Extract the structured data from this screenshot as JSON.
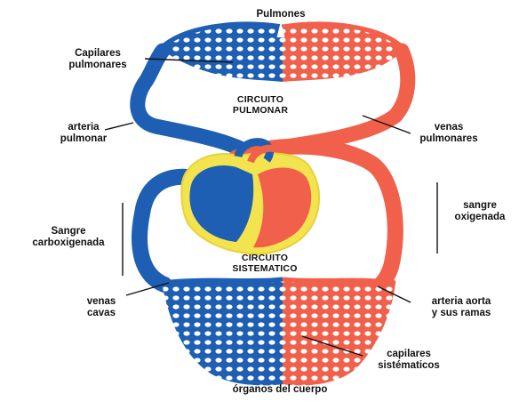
{
  "diagram": {
    "colors": {
      "venous": "#1e5fb3",
      "arterial": "#f0604a",
      "heart_outline": "#f2e34f",
      "line": "#111111"
    },
    "labels": {
      "pulmones": "Pulmones",
      "capilares_pulmonares_1": "Capilares",
      "capilares_pulmonares_2": "pulmonares",
      "circuito_pulmonar_1": "CIRCUITO",
      "circuito_pulmonar_2": "PULMONAR",
      "arteria_pulmonar_1": "arteria",
      "arteria_pulmonar_2": "pulmonar",
      "venas_pulmonares_1": "venas",
      "venas_pulmonares_2": "pulmonares",
      "sangre_oxigenada_1": "sangre",
      "sangre_oxigenada_2": "oxigenada",
      "sangre_carboxigenada_1": "Sangre",
      "sangre_carboxigenada_2": "carboxigenada",
      "circuito_sistematico_1": "CIRCUITO",
      "circuito_sistematico_2": "SISTEMATICO",
      "venas_cavas_1": "venas",
      "venas_cavas_2": "cavas",
      "arteria_aorta_1": "arteria aorta",
      "arteria_aorta_2": "y sus ramas",
      "capilares_sistematicos_1": "capilares",
      "capilares_sistematicos_2": "sistématicos",
      "organos": "órganos del cuerpo"
    }
  }
}
